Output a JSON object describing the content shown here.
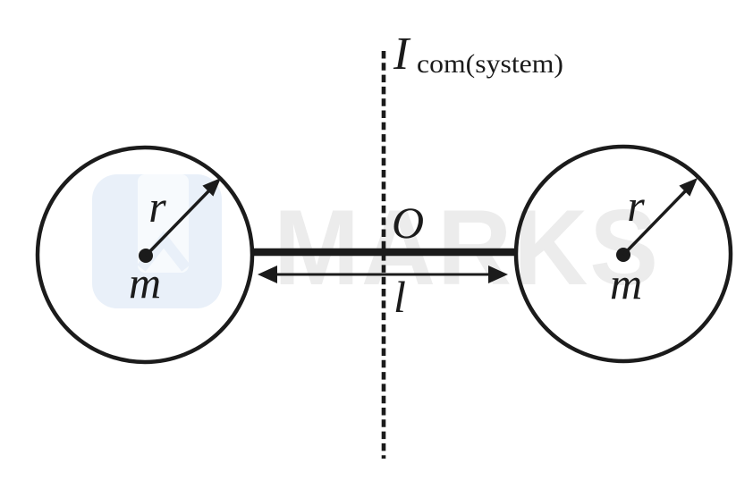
{
  "figure": {
    "description": "Two spheres of mass m and radius r joined by a rod of length l, rotation axis through the center of mass O",
    "axis": {
      "symbol": "I",
      "subscript": "com(system)"
    },
    "origin_label": "O",
    "rod_length_label": "l",
    "spheres": [
      {
        "side": "left",
        "mass_label": "m",
        "radius_label": "r"
      },
      {
        "side": "right",
        "mass_label": "m",
        "radius_label": "r"
      }
    ],
    "watermark": {
      "text": "MARKS"
    },
    "colors": {
      "ink": "#1b1b1b",
      "background": "#ffffff",
      "watermark_text": "#ececec",
      "logo_blue": "#e9f0f9",
      "logo_white": "#f7fafd"
    }
  }
}
